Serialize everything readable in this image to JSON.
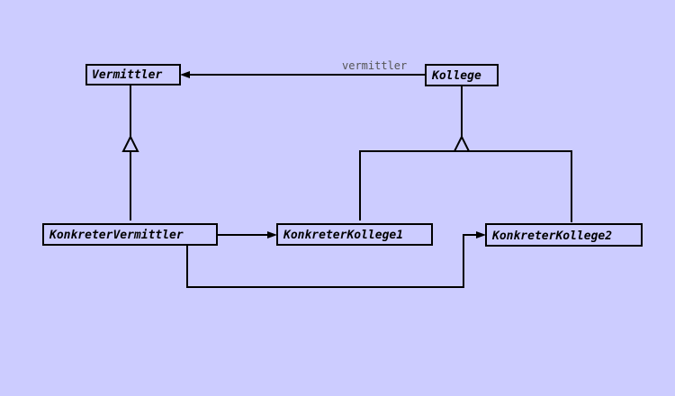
{
  "diagram": {
    "classes": {
      "vermittler": "Vermittler",
      "kollege": "Kollege",
      "konkreter_vermittler": "KonkreterVermittler",
      "konkreter_kollege1": "KonkreterKollege1",
      "konkreter_kollege2": "KonkreterKollege2"
    },
    "association_label": "vermittler"
  },
  "colors": {
    "background": "#ccccff",
    "line": "#000000"
  }
}
